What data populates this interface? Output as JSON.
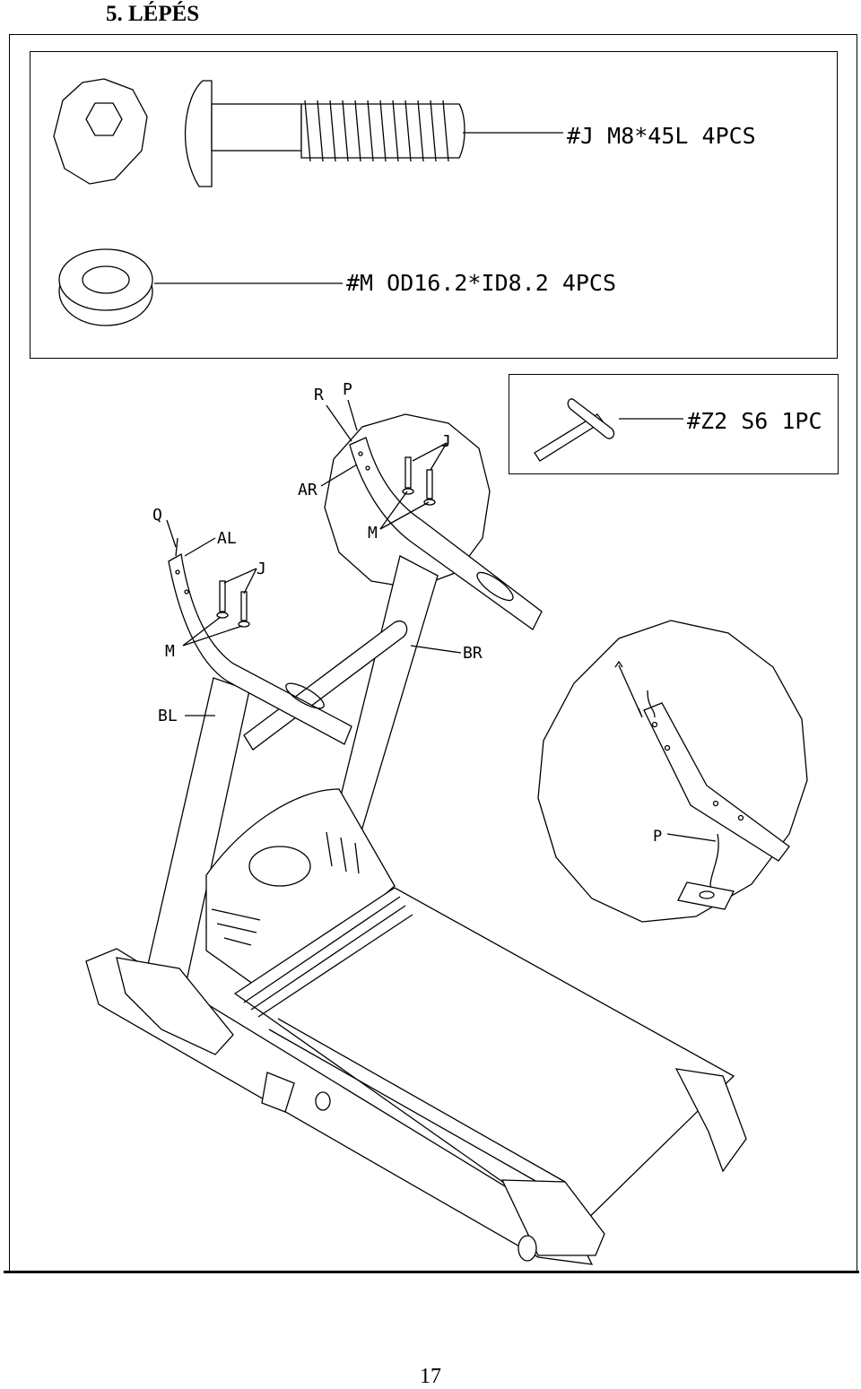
{
  "step": {
    "title": "5. LÉPÉS"
  },
  "parts": [
    {
      "label": "#J M8*45L 4PCS",
      "icon": "bolt-icon"
    },
    {
      "label": "#M OD16.2*ID8.2 4PCS",
      "icon": "washer-icon"
    }
  ],
  "tool": {
    "label": "#Z2  S6 1PC",
    "icon": "hex-key-icon"
  },
  "callouts": {
    "R": "R",
    "P": "P",
    "J": "J",
    "AR": "AR",
    "M": "M",
    "Q": "Q",
    "AL": "AL",
    "BL": "BL",
    "BR": "BR"
  },
  "page_number": "17"
}
